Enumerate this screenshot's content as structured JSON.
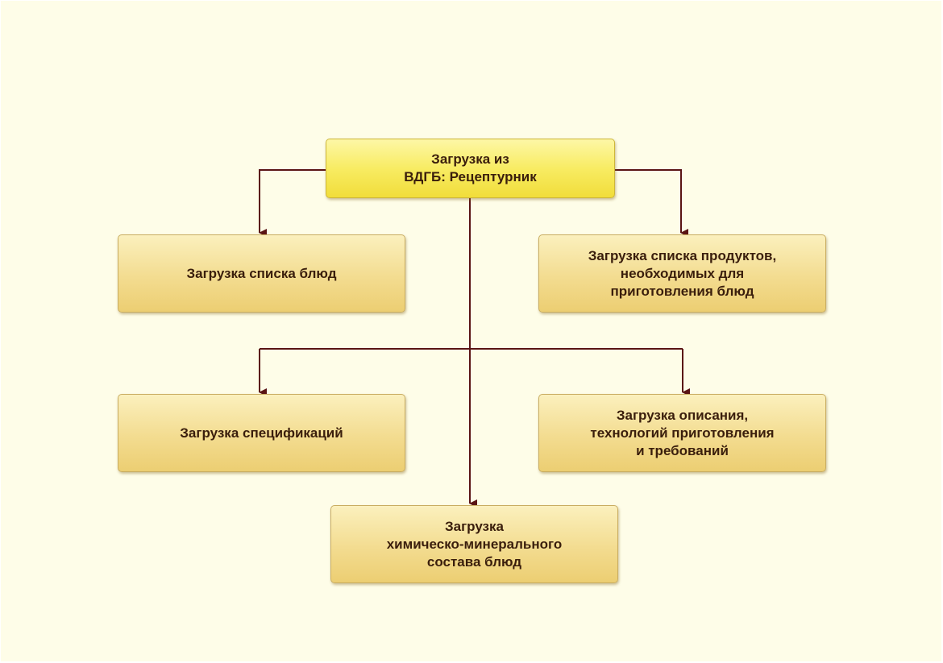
{
  "diagram": {
    "root": {
      "label": "Загрузка из\nВДГБ: Рецептурник"
    },
    "nodes": {
      "dishes": {
        "label": "Загрузка списка блюд"
      },
      "products": {
        "label": "Загрузка списка продуктов,\nнеобходимых для\nприготовления блюд"
      },
      "specs": {
        "label": "Загрузка спецификаций"
      },
      "descriptions": {
        "label": "Загрузка описания,\nтехнологий приготовления\nи требований"
      },
      "chemical": {
        "label": "Загрузка\nхимическо-минерального\nсостава блюд"
      }
    },
    "colors": {
      "background": "#fefde8",
      "root_fill": "#f8ec63",
      "node_fill": "#f3dc90",
      "connector": "#5a1414",
      "text": "#3a1e0c"
    }
  }
}
